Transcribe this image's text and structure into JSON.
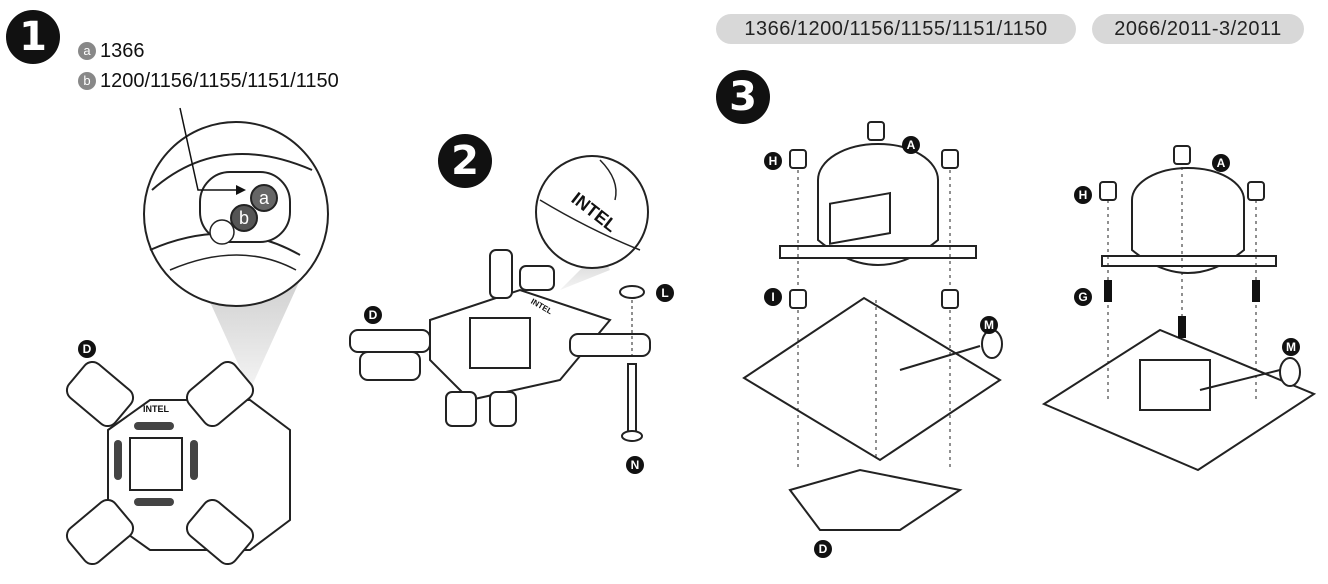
{
  "steps": [
    "1",
    "2",
    "3"
  ],
  "socket_groups": {
    "intel_115x": "1366/1200/1156/1155/1151/1150",
    "intel_20xx": "2066/2011-3/2011"
  },
  "step1_options": [
    {
      "key": "a",
      "text": "1366"
    },
    {
      "key": "b",
      "text": "1200/1156/1155/1151/1150"
    }
  ],
  "callouts": {
    "zoom_a": "a",
    "zoom_b": "b",
    "backplate_brand": "INTEL",
    "zoom_brand": "INTEL",
    "step2_brand": "INTEL"
  },
  "part_labels": {
    "D": "D",
    "L": "L",
    "N": "N",
    "A": "A",
    "H": "H",
    "I": "I",
    "M": "M",
    "G": "G"
  }
}
